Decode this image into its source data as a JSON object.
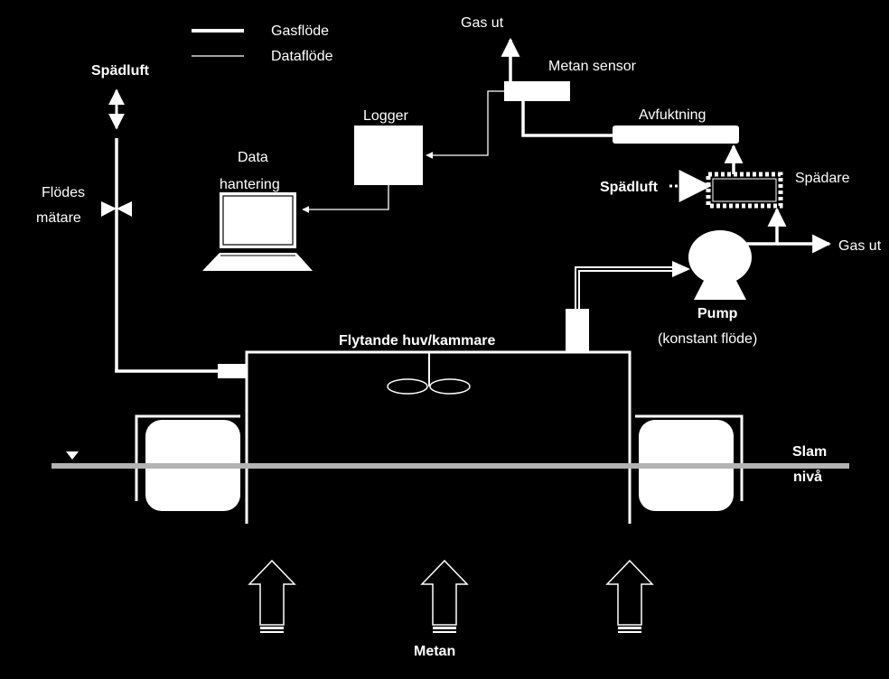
{
  "legend": {
    "gas_flow": "Gasflöde",
    "data_flow": "Dataflöde"
  },
  "labels": {
    "gas_out_top": "Gas ut",
    "methane_sensor": "Metan sensor",
    "dilution_air_left": "Spädluft",
    "logger": "Logger",
    "dehumidification": "Avfuktning",
    "data_handling_line1": "Data",
    "data_handling_line2": "hantering",
    "flow_meter_line1": "Flödes",
    "flow_meter_line2": "mätare",
    "dilution_air_right": "Spädluft",
    "diluter": "Spädare",
    "gas_out_right": "Gas ut",
    "pump": "Pump",
    "pump_note": "(konstant flöde)",
    "floating_hood": "Flytande huv/kammare",
    "sludge_level_line1": "Slam",
    "sludge_level_line2": "nivå",
    "methane": "Metan"
  },
  "colors": {
    "background": "#000000",
    "foreground": "#ffffff",
    "water_line": "#b3b3b3"
  },
  "icons": [
    "laptop-icon",
    "pump-icon",
    "valve-icon",
    "mixer-icon",
    "level-marker-icon",
    "methane-arrow-icon"
  ]
}
